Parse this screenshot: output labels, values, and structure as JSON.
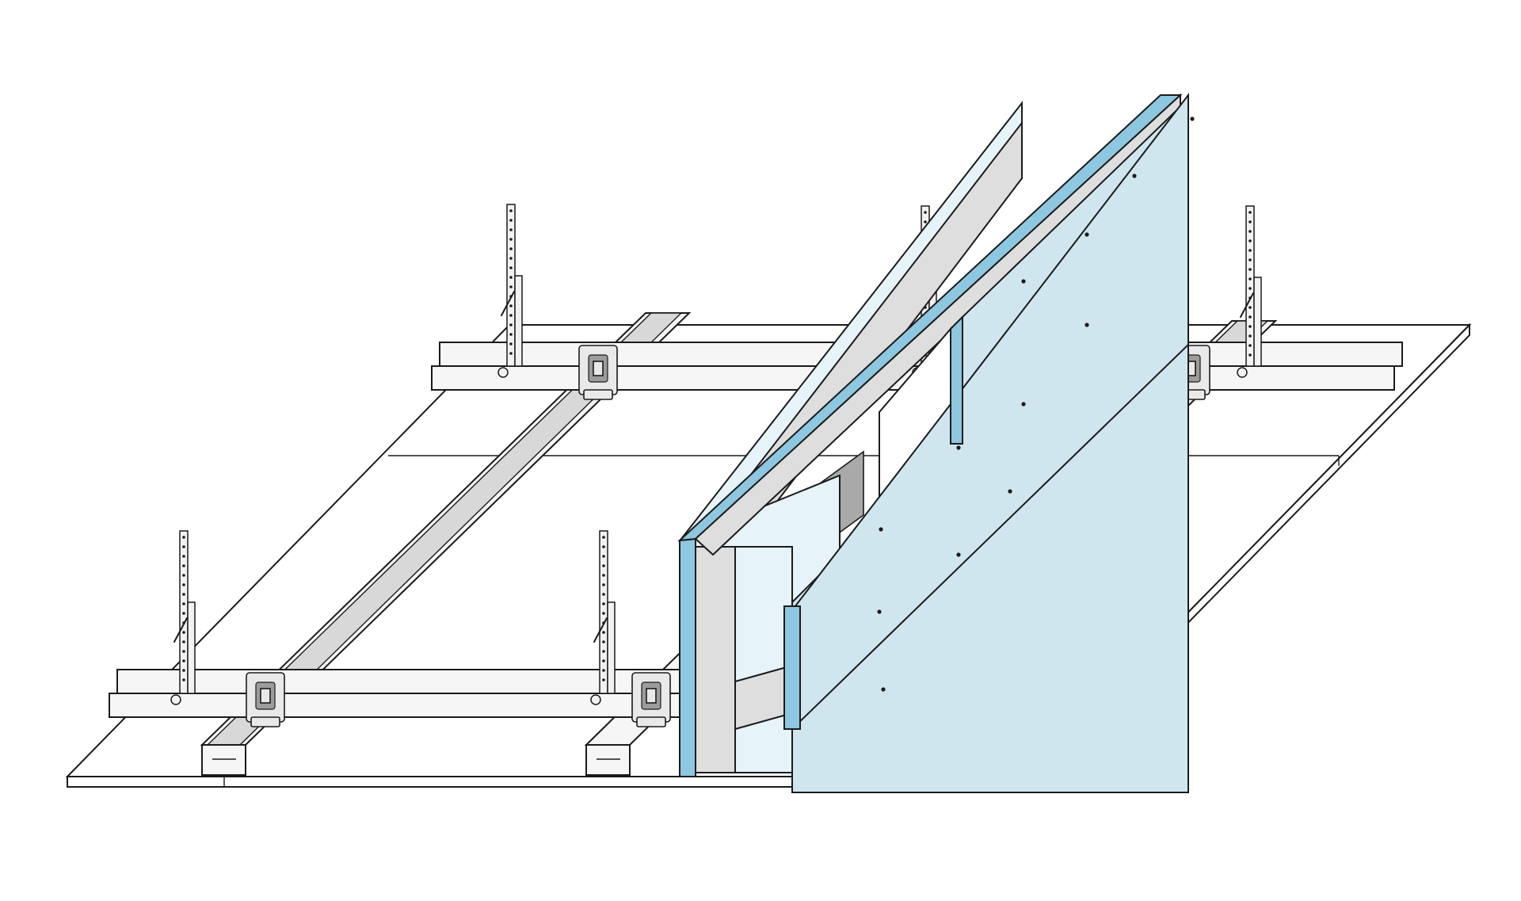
{
  "diagram": {
    "subject": "suspended-ceiling-system-with-partition-wall",
    "colors": {
      "board_face": "#cfe6ef",
      "board_face_light": "#e6f3f8",
      "board_edge": "#8ec7e0",
      "board_core": "#dedede",
      "metal": "#f6f6f6",
      "line": "#1b1b1b",
      "background": "#ffffff"
    },
    "components": {
      "ceiling_board": {
        "icon": "ceiling-plasterboard"
      },
      "main_channels": {
        "icon": "main-channel",
        "count": 2
      },
      "furring_channels": {
        "icon": "furring-channel",
        "count": 3
      },
      "hangers": {
        "icon": "adjustable-hanger",
        "count": 6
      },
      "clips": {
        "icon": "channel-clip",
        "count": 6
      },
      "partition": {
        "icon": "partition-wall-boards",
        "layers": 2
      }
    }
  }
}
